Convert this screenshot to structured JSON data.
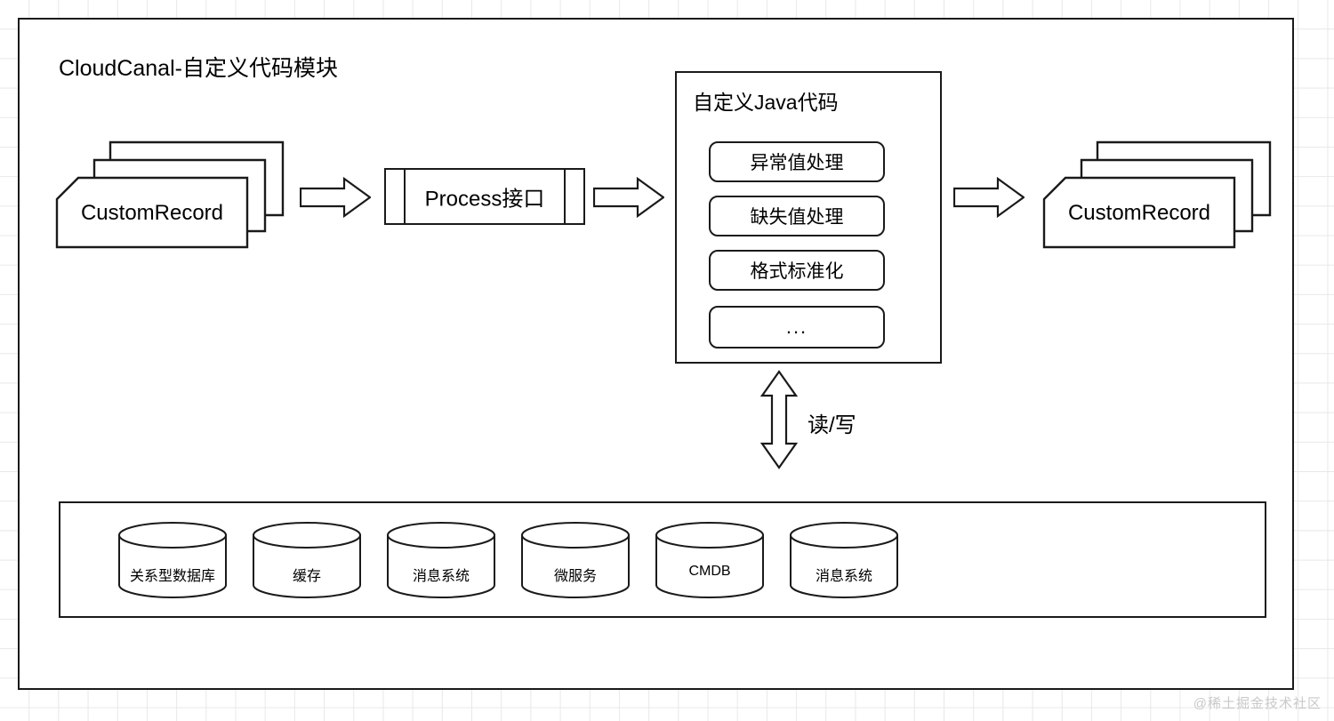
{
  "diagram": {
    "title": "CloudCanal-自定义代码模块",
    "watermark": "@稀土掘金技术社区",
    "flow": {
      "input_record": {
        "label": "CustomRecord",
        "icon": "document-stack-icon"
      },
      "arrow_1": {
        "icon": "arrow-right-icon"
      },
      "process": {
        "label": "Process接口"
      },
      "arrow_2": {
        "icon": "arrow-right-icon"
      },
      "java_module": {
        "title": "自定义Java代码",
        "items": [
          {
            "label": "异常值处理"
          },
          {
            "label": "缺失值处理"
          },
          {
            "label": "格式标准化"
          },
          {
            "label": "..."
          }
        ]
      },
      "arrow_3": {
        "icon": "arrow-right-icon"
      },
      "output_record": {
        "label": "CustomRecord",
        "icon": "document-stack-icon"
      }
    },
    "link": {
      "label": "读/写",
      "icon": "arrow-up-down-icon"
    },
    "storage": {
      "systems": [
        {
          "label": "关系型数据库",
          "icon": "database-cylinder-icon"
        },
        {
          "label": "缓存",
          "icon": "database-cylinder-icon"
        },
        {
          "label": "消息系统",
          "icon": "database-cylinder-icon"
        },
        {
          "label": "微服务",
          "icon": "database-cylinder-icon"
        },
        {
          "label": "CMDB",
          "icon": "database-cylinder-icon"
        },
        {
          "label": "消息系统",
          "icon": "database-cylinder-icon"
        }
      ]
    },
    "colors": {
      "stroke": "#1a1a1a",
      "background": "#ffffff",
      "grid": "#e8e8e8",
      "watermark": "#c9c9c9"
    }
  }
}
